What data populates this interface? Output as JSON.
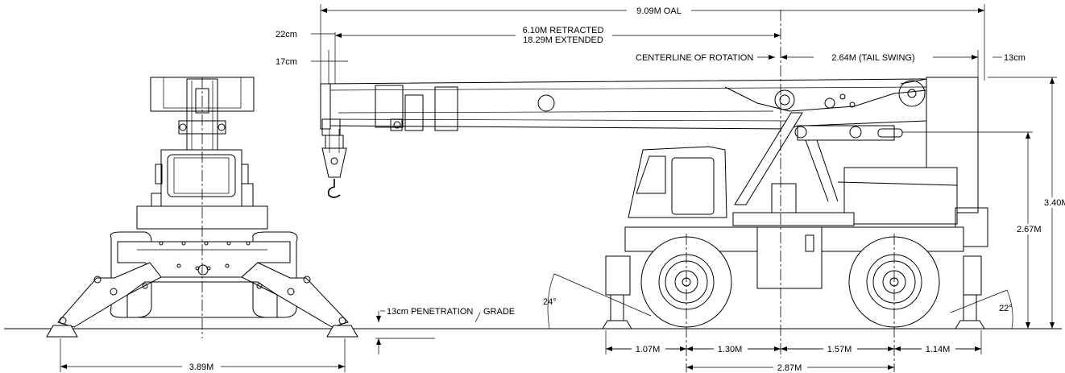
{
  "dimensions": {
    "oal": "9.09M OAL",
    "retracted": "6.10M RETRACTED",
    "extended": "18.29M EXTENDED",
    "tip_22": "22cm",
    "tip_17": "17cm",
    "centerline": "CENTERLINE OF ROTATION",
    "tail_swing": "2.64M (TAIL SWING)",
    "tail_13": "13cm",
    "height_total": "3.40M",
    "height_pivot": "2.67M",
    "angle_front": "24°",
    "angle_rear": "22°",
    "penetration": "13cm PENETRATION",
    "grade": "GRADE",
    "width": "3.89M",
    "d1": "1.07M",
    "d2": "1.30M",
    "d3": "1.57M",
    "d4": "1.14M",
    "wheelbase": "2.87M"
  }
}
